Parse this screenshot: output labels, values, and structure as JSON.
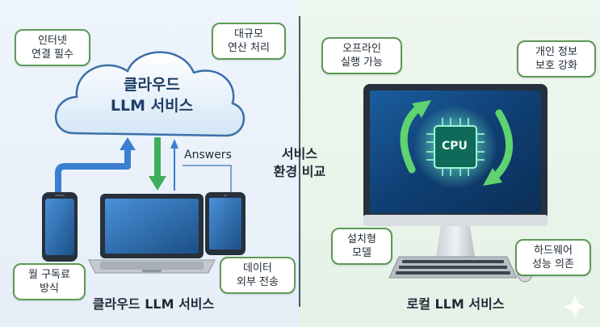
{
  "left_panel": {
    "cloud_title_line1": "클라우드",
    "cloud_title_line2": "LLM 서비스",
    "answers_label": "Answers",
    "footer_title": "클라우드 LLM 서비스",
    "bubbles": {
      "internet": [
        "인터넷",
        "연결 필수"
      ],
      "compute": [
        "대규모",
        "연산 처리"
      ],
      "subscription": [
        "월 구독료",
        "방식"
      ],
      "data": [
        "데이터",
        "외부 전송"
      ]
    }
  },
  "center": {
    "title_line1": "서비스",
    "title_line2": "환경 비교"
  },
  "right_panel": {
    "cpu_label": "CPU",
    "footer_title": "로컬 LLM 서비스",
    "bubbles": {
      "offline": [
        "오프라인",
        "실행 가능"
      ],
      "privacy": [
        "개인 정보",
        "보호 강화"
      ],
      "install": [
        "설치형",
        "모델"
      ],
      "hardware": [
        "하드웨어",
        "성능 의존"
      ]
    }
  },
  "colors": {
    "bubble_border": "#5c9a55",
    "cloud_fill": "#e6f1fb",
    "arrow_blue": "#3a7fd0",
    "arrow_green": "#3fae5a",
    "device_dark": "#27313c",
    "screen_blue": "#1f5a96"
  }
}
